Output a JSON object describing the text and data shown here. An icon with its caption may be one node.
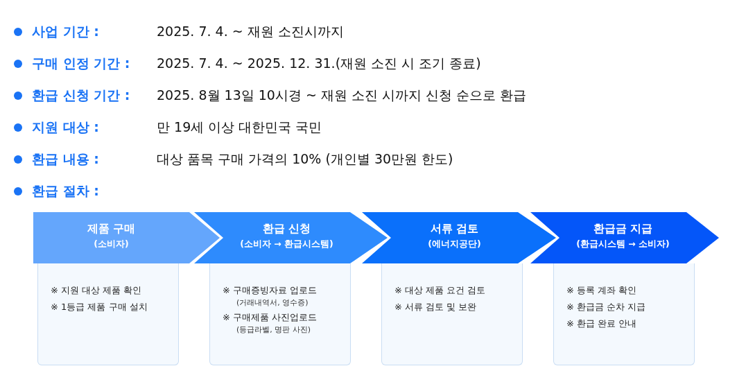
{
  "diagram": {
    "nodes": [
      {
        "text": [
          "제품 구매",
          "(소비자)"
        ]
      },
      {
        "text": [
          "환급 신청",
          "(소비자 → 환급시스템)"
        ]
      },
      {
        "text": [
          "서류 검토",
          "(에너지공단)"
        ]
      },
      {
        "text": [
          "환급금 지급",
          "(환급시스템 → 소비자)"
        ]
      },
      {
        "text": [
          "※ 지원 대상 제품 확인",
          "※ 1등급 제품 구매 설치"
        ]
      },
      {
        "text": [
          "※ 구매증빙자료 업로드",
          "(거래내역서, 영수증)",
          "※ 구매제품 사진업로드",
          "(등급라벨, 명판 사진)"
        ]
      },
      {
        "text": [
          "※ 대상 제품 요건 검토",
          "※ 서류 검토 및 보완"
        ]
      },
      {
        "text": [
          "※ 등록 계좌 확인",
          "※ 환급금 순차 지급",
          "※ 환급 완료 안내"
        ]
      }
    ],
    "edges": [
      {
        "from": 0,
        "to": 1,
        "arrow": "to"
      },
      {
        "from": 1,
        "to": 2,
        "arrow": "to"
      },
      {
        "from": 2,
        "to": 3,
        "arrow": "to"
      }
    ],
    "labels": [
      "사업 기간 :",
      "2025. 7. 4. ~ 재원 소진시까지",
      "구매 인정 기간 :",
      "2025. 7. 4. ~ 2025. 12. 31.(재원 소진 시 조기 종료)",
      "환급 신청 기간 :",
      "2025. 8월 13일 10시경 ~ 재원 소진 시까지 신청 순으로 환급",
      "지원 대상 :",
      "만 19세 이상 대한민국 국민",
      "환급 내용 :",
      "대상 품목 구매 가격의 10% (개인별 30만원 한도)",
      "환급 절차 :"
    ]
  }
}
